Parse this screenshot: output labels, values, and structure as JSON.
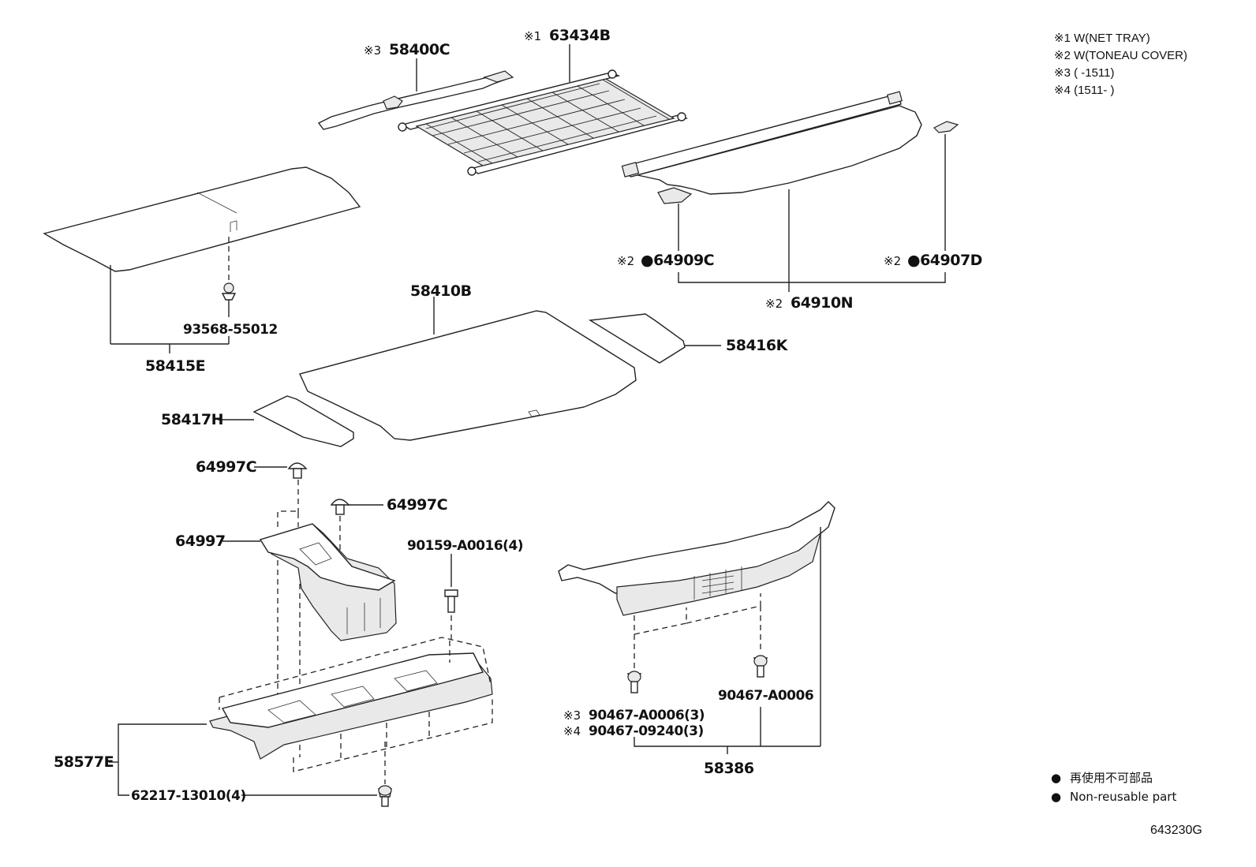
{
  "notes": [
    "※1 W(NET TRAY)",
    "※2 W(TONEAU COVER)",
    "※3 (      -1511)",
    "※4 (1511-      )"
  ],
  "parts": {
    "p58400C": {
      "mark": "※3",
      "number": "58400C"
    },
    "p63434B": {
      "mark": "※1",
      "number": "63434B"
    },
    "p64909C": {
      "mark": "※2",
      "number": "●64909C"
    },
    "p64907D": {
      "mark": "※2",
      "number": "●64907D"
    },
    "p64910N": {
      "mark": "※2",
      "number": "64910N"
    },
    "p93568": {
      "number": "93568-55012"
    },
    "p58415E": {
      "number": "58415E"
    },
    "p58410B": {
      "number": "58410B"
    },
    "p58416K": {
      "number": "58416K"
    },
    "p58417H": {
      "number": "58417H"
    },
    "p64997C_a": {
      "number": "64997C"
    },
    "p64997C_b": {
      "number": "64997C"
    },
    "p64997": {
      "number": "64997"
    },
    "p90159": {
      "number": "90159-A0016(4)"
    },
    "p90467_r": {
      "number": "90467-A0006"
    },
    "p90467_3": {
      "mark": "※3",
      "number": "90467-A0006(3)"
    },
    "p90467_4": {
      "mark": "※4",
      "number": "90467-09240(3)"
    },
    "p58386": {
      "number": "58386"
    },
    "p58577E": {
      "number": "58577E"
    },
    "p62217": {
      "number": "62217-13010(4)"
    }
  },
  "legend": [
    {
      "symbol": "●",
      "text": "再使用不可部品"
    },
    {
      "symbol": "●",
      "text": "Non-reusable part"
    }
  ],
  "diagram_code": "643230G"
}
